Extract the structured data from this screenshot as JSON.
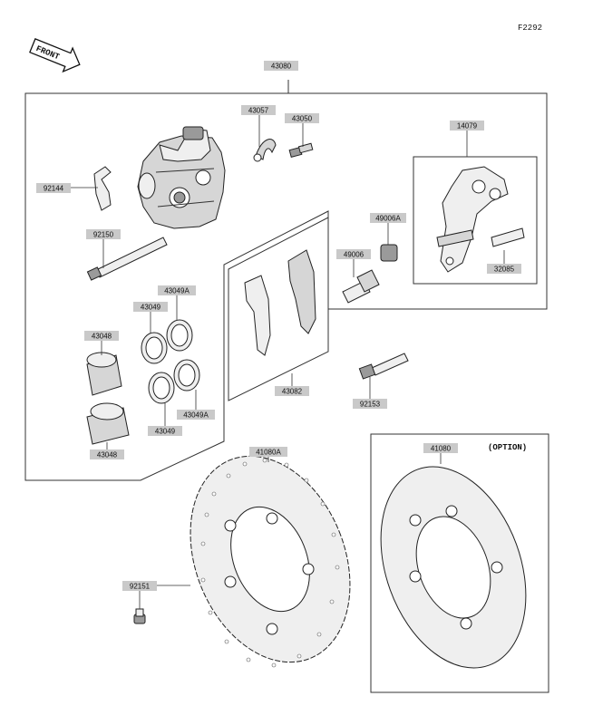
{
  "diagram": {
    "code": "F2292",
    "front_label": "FRONT",
    "option_label": "(OPTION)",
    "parts": [
      {
        "id": "43080"
      },
      {
        "id": "43057"
      },
      {
        "id": "43050"
      },
      {
        "id": "14079"
      },
      {
        "id": "92144"
      },
      {
        "id": "49006A"
      },
      {
        "id": "92150"
      },
      {
        "id": "49006"
      },
      {
        "id": "32085"
      },
      {
        "id": "43049A"
      },
      {
        "id": "43049"
      },
      {
        "id": "43048"
      },
      {
        "id": "43082"
      },
      {
        "id": "92153"
      },
      {
        "id": "43049A"
      },
      {
        "id": "43049"
      },
      {
        "id": "43048"
      },
      {
        "id": "41080A"
      },
      {
        "id": "41080"
      },
      {
        "id": "92151"
      }
    ]
  }
}
